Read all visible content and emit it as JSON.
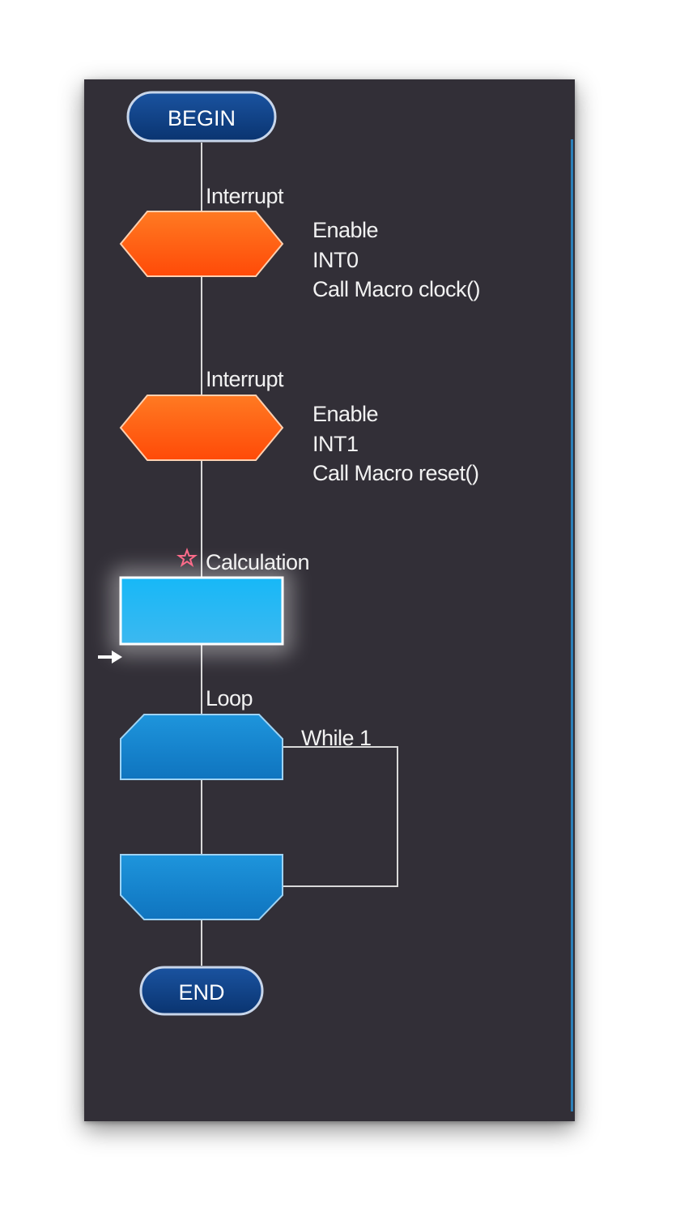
{
  "flowchart": {
    "begin_label": "BEGIN",
    "end_label": "END",
    "interrupt1": {
      "title": "Interrupt",
      "line1": "Enable",
      "line2": "INT0",
      "line3": "Call Macro clock()"
    },
    "interrupt2": {
      "title": "Interrupt",
      "line1": "Enable",
      "line2": "INT1",
      "line3": "Call Macro reset()"
    },
    "calculation": {
      "title": "Calculation"
    },
    "loop": {
      "title": "Loop",
      "condition": "While 1"
    }
  },
  "colors": {
    "panel_bg": "#322f37",
    "terminator_fill": "#0f3f86",
    "interrupt_fill": "#ff5a14",
    "calculation_fill": "#19b5f5",
    "loop_fill": "#1a86cf",
    "connector": "#d9d9d9",
    "star_icon": "#ff6b8a"
  },
  "icons": {
    "bookmark": "star-icon",
    "current_step": "arrow-right-icon"
  }
}
